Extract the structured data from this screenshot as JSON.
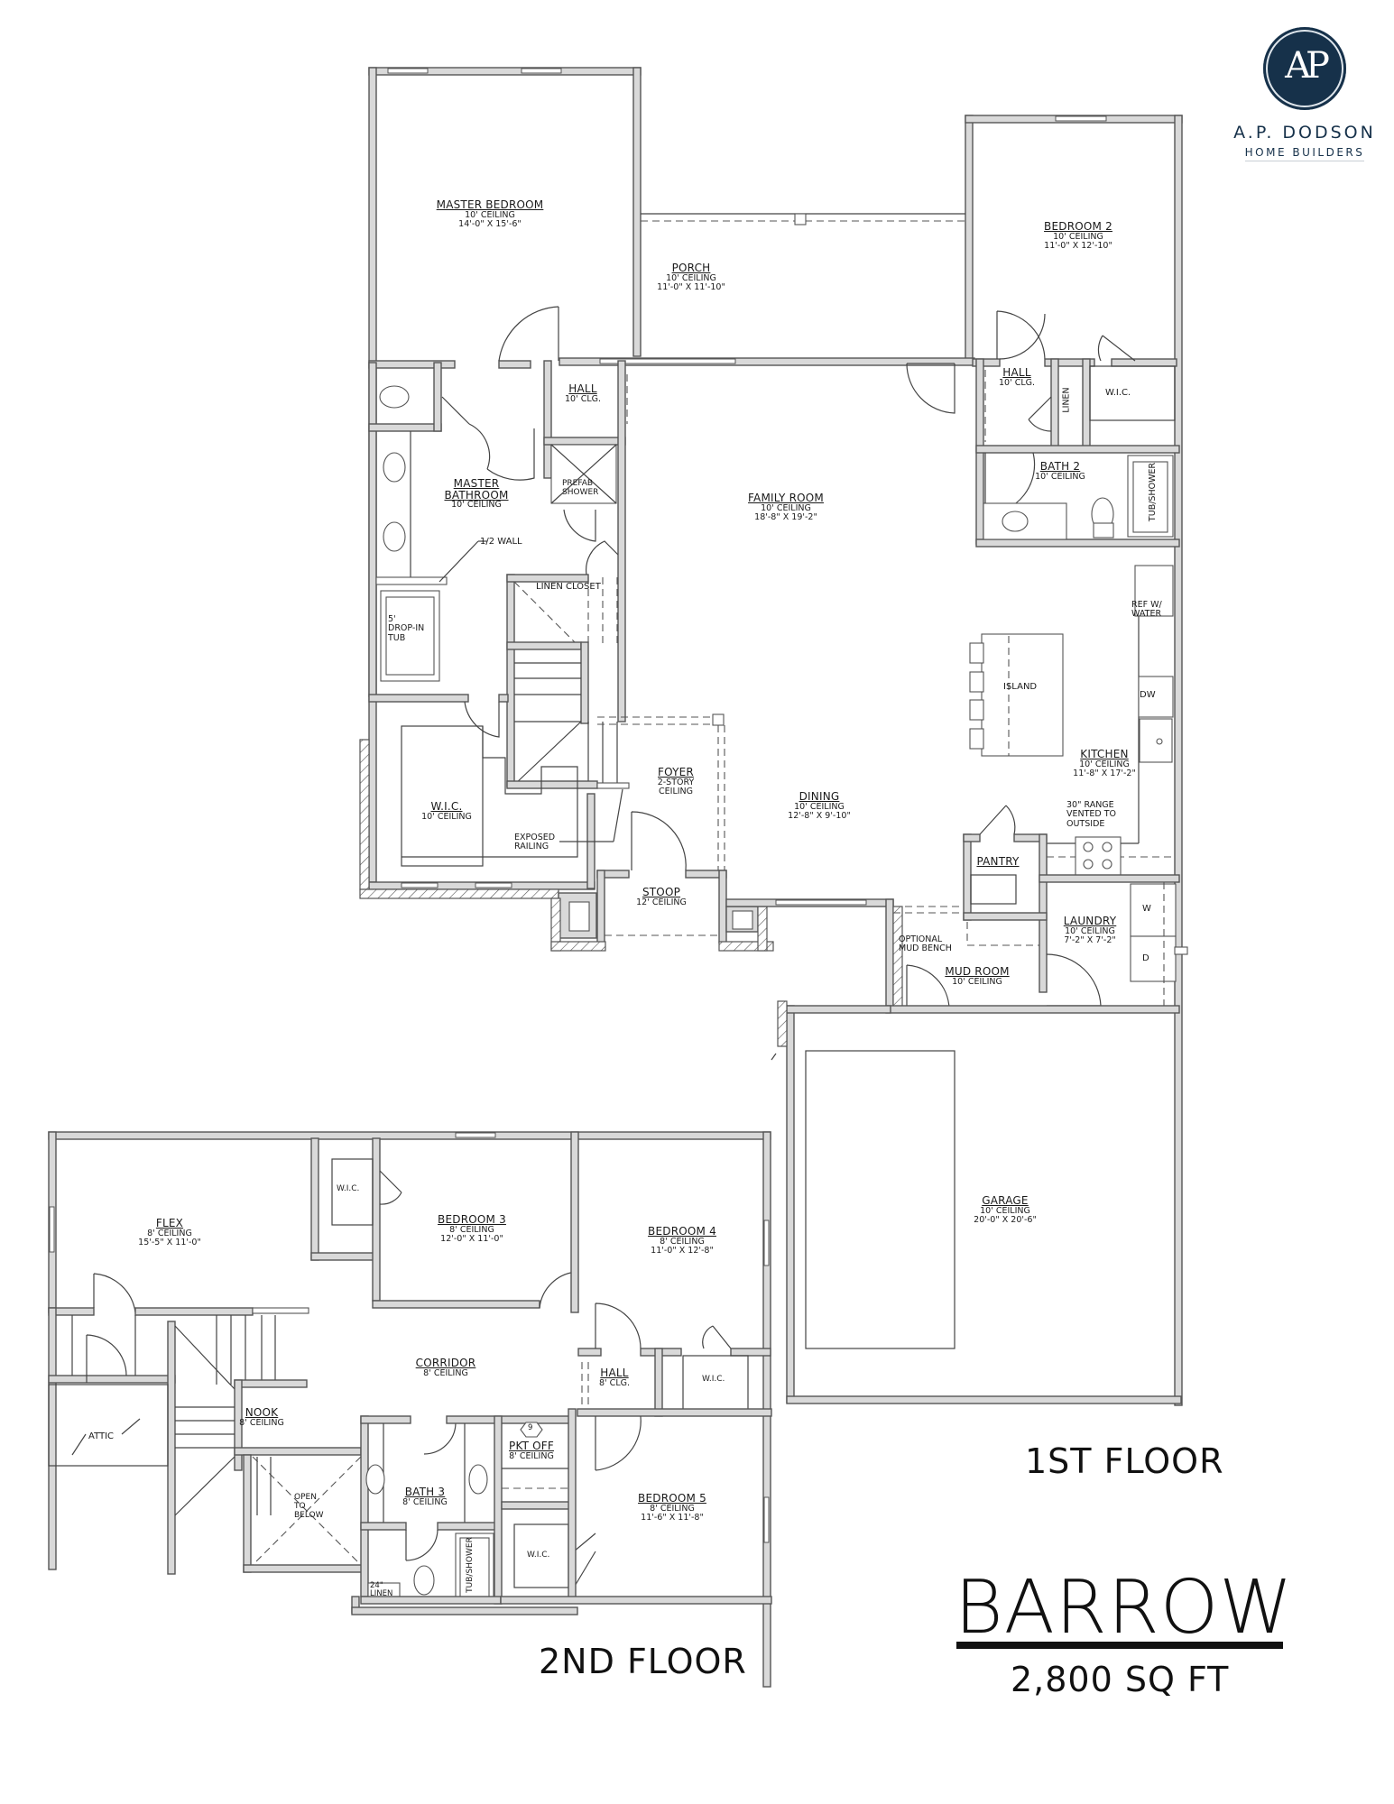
{
  "brand": {
    "monogram": "AP",
    "name": "A.P. DODSON",
    "tagline": "HOME BUILDERS",
    "color": "#16314a"
  },
  "plan": {
    "name": "BARROW",
    "square_footage": "2,800 SQ FT"
  },
  "floors": {
    "first": {
      "title": "1ST FLOOR",
      "rooms": {
        "master_bedroom": {
          "name": "MASTER BEDROOM",
          "ceiling": "10' CEILING",
          "size": "14'-0\" X 15'-6\""
        },
        "porch": {
          "name": "PORCH",
          "ceiling": "10' CEILING",
          "size": "11'-0\" X 11'-10\""
        },
        "bedroom_2": {
          "name": "BEDROOM 2",
          "ceiling": "10' CEILING",
          "size": "11'-0\" X 12'-10\""
        },
        "hall_master": {
          "name": "HALL",
          "ceiling": "10' CLG."
        },
        "hall_bed2": {
          "name": "HALL",
          "ceiling": "10' CLG."
        },
        "linen_bed2": {
          "name": "LINEN"
        },
        "wic_bed2": {
          "name": "W.I.C."
        },
        "bath_2": {
          "name": "BATH 2",
          "ceiling": "10' CEILING"
        },
        "tub_shower_bath2": {
          "name": "TUB/SHOWER"
        },
        "master_bathroom": {
          "name": "MASTER BATHROOM",
          "name_line1": "MASTER",
          "name_line2": "BATHROOM",
          "ceiling": "10' CEILING"
        },
        "prefab_shower": {
          "line1": "PREFAB",
          "line2": "SHOWER"
        },
        "half_wall": {
          "name": "1/2 WALL"
        },
        "drop_in_tub": {
          "line1": "5'",
          "line2": "DROP-IN",
          "line3": "TUB"
        },
        "linen_closet": {
          "name": "LINEN CLOSET"
        },
        "family_room": {
          "name": "FAMILY ROOM",
          "ceiling": "10' CEILING",
          "size": "18'-8\" X 19'-2\""
        },
        "ref": {
          "line1": "REF W/",
          "line2": "WATER"
        },
        "island": {
          "name": "ISLAND"
        },
        "dw": {
          "name": "DW"
        },
        "kitchen": {
          "name": "KITCHEN",
          "ceiling": "10' CEILING",
          "size": "11'-8\" X 17'-2\""
        },
        "range_note": {
          "line1": "30\" RANGE",
          "line2": "VENTED TO",
          "line3": "OUTSIDE"
        },
        "wic_master": {
          "name": "W.I.C.",
          "ceiling": "10' CEILING"
        },
        "exposed_railing": {
          "line1": "EXPOSED",
          "line2": "RAILING"
        },
        "foyer": {
          "name": "FOYER",
          "ceiling_line1": "2-STORY",
          "ceiling_line2": "CEILING"
        },
        "dining": {
          "name": "DINING",
          "ceiling": "10' CEILING",
          "size": "12'-8\" X 9'-10\""
        },
        "pantry": {
          "name": "PANTRY"
        },
        "stoop": {
          "name": "STOOP",
          "ceiling": "12' CEILING"
        },
        "laundry": {
          "name": "LAUNDRY",
          "ceiling": "10' CEILING",
          "size": "7'-2\" X 7'-2\""
        },
        "washer": {
          "name": "W"
        },
        "dryer": {
          "name": "D"
        },
        "mud_bench": {
          "line1": "OPTIONAL",
          "line2": "MUD BENCH"
        },
        "mud_room": {
          "name": "MUD ROOM",
          "ceiling": "10' CEILING"
        },
        "garage": {
          "name": "GARAGE",
          "ceiling": "10' CEILING",
          "size": "20'-0\" X 20'-6\""
        }
      }
    },
    "second": {
      "title": "2ND FLOOR",
      "rooms": {
        "flex": {
          "name": "FLEX",
          "ceiling": "8' CEILING",
          "size": "15'-5\" X 11'-0\""
        },
        "wic_bed3": {
          "name": "W.I.C."
        },
        "bedroom_3": {
          "name": "BEDROOM 3",
          "ceiling": "8' CEILING",
          "size": "12'-0\" X 11'-0\""
        },
        "bedroom_4": {
          "name": "BEDROOM 4",
          "ceiling": "8' CEILING",
          "size": "11'-0\" X 12'-8\""
        },
        "corridor": {
          "name": "CORRIDOR",
          "ceiling": "8' CEILING"
        },
        "hall": {
          "name": "HALL",
          "ceiling": "8' CLG."
        },
        "wic_bed4": {
          "name": "W.I.C."
        },
        "nook": {
          "name": "NOOK",
          "ceiling": "8' CEILING"
        },
        "attic": {
          "name": "ATTIC"
        },
        "open_below": {
          "line1": "OPEN",
          "line2": "TO",
          "line3": "BELOW"
        },
        "pkt_off": {
          "name": "PKT OFF",
          "ceiling": "8' CEILING",
          "tag": "9"
        },
        "bath_3": {
          "name": "BATH 3",
          "ceiling": "8' CEILING"
        },
        "linen": {
          "line1": "24\"",
          "line2": "LINEN"
        },
        "tub_shower_bath3": {
          "name": "TUB/SHOWER"
        },
        "wic_bed5": {
          "name": "W.I.C."
        },
        "bedroom_5": {
          "name": "BEDROOM 5",
          "ceiling": "8' CEILING",
          "size": "11'-6\" X 11'-8\""
        }
      }
    }
  }
}
